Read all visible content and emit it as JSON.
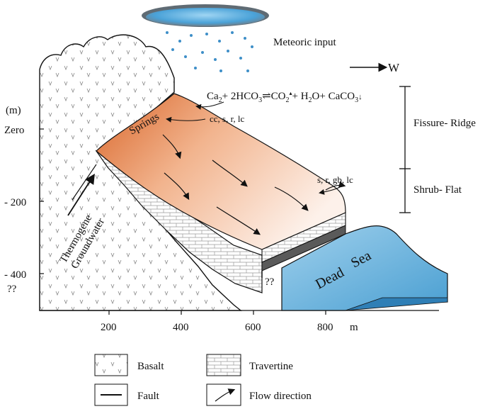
{
  "meteoric_input": "Meteoric input",
  "direction": "W",
  "equation": {
    "ca": "Ca",
    "ca_sub": "2",
    "plus_hco3": "+ 2HCO",
    "hco3_sub": "3",
    "arrows": "⇌",
    "co2": "CO",
    "co2_sub": "2",
    "co2_sup": "▴",
    "rest": "+ H",
    "h2o_sub": "2",
    "o_plus": "O+ CaCO",
    "caco3_sub": "3",
    "down": "↓"
  },
  "zones": {
    "fissure_ridge": "Fissure- Ridge",
    "shrub_flat": "Shrub- Flat"
  },
  "y_axis": {
    "unit": "(m)",
    "zero": "Zero",
    "m200": "- 200",
    "m400": "- 400",
    "unknown": "??"
  },
  "x_axis": {
    "t200": "200",
    "t400": "400",
    "t600": "600",
    "t800": "800",
    "unit": "m"
  },
  "labels": {
    "springs": "Springs",
    "facies_top": "cc, s, r, lc",
    "facies_bottom": "s, r, gb, lc",
    "thermogene": "Thermogene",
    "groundwater": "Groundwater",
    "dead_sea": "Dead",
    "sea": "Sea",
    "unknown_mid": "??"
  },
  "legend": {
    "basalt": "Basalt",
    "travertine": "Travertine",
    "fault": "Fault",
    "flow": "Flow direction"
  },
  "colors": {
    "spring_orange": "#d9662a",
    "sea_blue": "#6fb3d9",
    "cloud_blue": "#5aa7d8"
  }
}
